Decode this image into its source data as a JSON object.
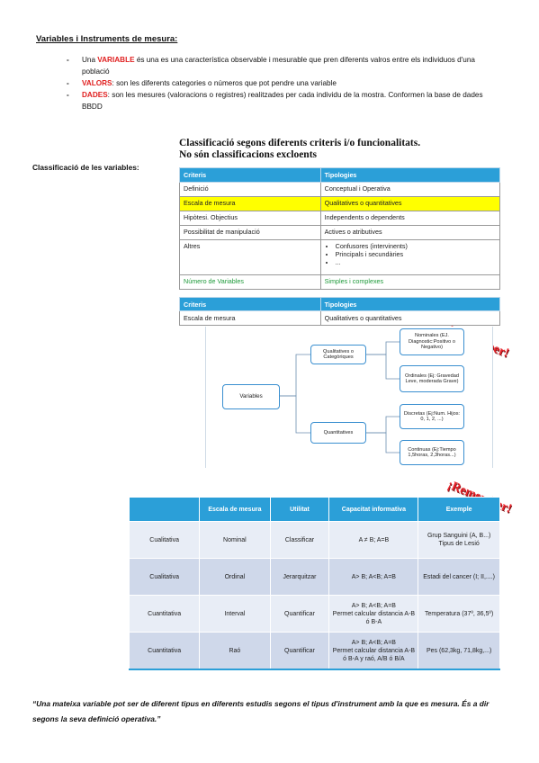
{
  "section_title": "Variables i Instruments de mesura:",
  "bullets": [
    {
      "key": "VARIABLE",
      "pre": "Una ",
      "post": " és una es una característica observable i mesurable que pren diferents valros entre els individuos d'una població"
    },
    {
      "key": "VALORS",
      "pre": "",
      "post": ": son les diferents categories o números que pot pendre una variable"
    },
    {
      "key": "DADES",
      "pre": "",
      "post": ": son les mesures (valoracions o registres) realitzades per cada individu de la mostra. Conformen la base de dades BBDD"
    }
  ],
  "classification_heading_1": "Classificació segons diferents criteris i/o funcionalitats.",
  "classification_heading_2": "No són classificacions excloents",
  "side_label": "Classificació de les variables:",
  "table1": {
    "headers": [
      "Criteris",
      "Tipologies"
    ],
    "rows": [
      {
        "c": "Definició",
        "t": "Conceptual i Operativa"
      },
      {
        "c": "Escala de mesura",
        "t": "Qualitatives o quantitatives"
      },
      {
        "c": "Hipòtesi. Objectius",
        "t": "Independents o dependents"
      },
      {
        "c": "Possibilitat de manipulació",
        "t": "Actives o atributives"
      },
      {
        "c": "Altres",
        "list": [
          "Confusores (intervinents)",
          "Principals i secundàries",
          "..."
        ]
      },
      {
        "c": "Número de Variables",
        "t": "Simples i complexes"
      }
    ]
  },
  "table2": {
    "headers": [
      "Criteris",
      "Tipologies"
    ],
    "row": {
      "c": "Escala de mesura",
      "t": "Qualitatives o quantitatives"
    }
  },
  "remember": "¡Remember!",
  "diagram": {
    "root": "Variables",
    "qual": "Qualitatives o Categòriques",
    "quant": "Quantitatives",
    "nominal": "Nominales (EJ. Diagnostic:Positivo o Negativo)",
    "ordinal": "Ordinales (Ej: Gravedad Leve, moderada Grave)",
    "discreta": "Discretas (Ej:Num. Hijos: 0, 1, 2, ...)",
    "continua": "Continuas (Ej:Tiempo 1,5horas, 2,3horas...)"
  },
  "table3": {
    "headers": [
      "",
      "Escala de mesura",
      "Utilitat",
      "Capacitat informativa",
      "Exemple"
    ],
    "rows": [
      [
        "Cualitativa",
        "Nominal",
        "Classificar",
        "A ≠ B; A=B",
        "Grup Sanguini (A, B...)\nTipus de Lesió"
      ],
      [
        "Cualitativa",
        "Ordinal",
        "Jerarquitzar",
        "A> B; A<B; A=B",
        "Estadi del cancer (I; II,....)"
      ],
      [
        "Cuantitativa",
        "Interval",
        "Quantificar",
        "A> B; A<B; A=B\nPermet calcular distancia A-B ó B-A",
        "Temperatura (37º, 36,5º)"
      ],
      [
        "Cuantitativa",
        "Raó",
        "Quantificar",
        "A> B; A<B; A=B\nPermet calcular distancia A-B ó B-A y raó, A/B ó B/A",
        "Pes (62,3kg, 71,8kg,...)"
      ]
    ]
  },
  "quote": "“Una mateixa variable pot ser de diferent tipus en diferents estudis segons el tipus d'instrument amb la que es mesura. És a dir segons la seva definició operativa.”",
  "colors": {
    "accent": "#2b9fd8",
    "keyword": "#e02020",
    "highlight": "#ffff00",
    "green": "#1e9a3a"
  }
}
